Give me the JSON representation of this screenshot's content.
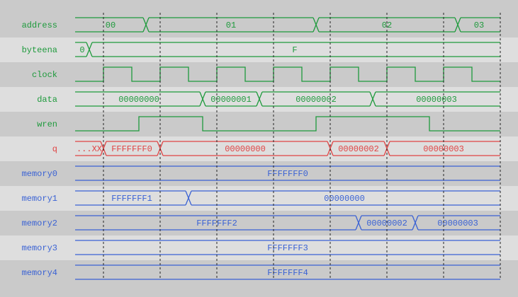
{
  "time": {
    "start": 0,
    "end": 150,
    "grid": [
      10,
      30,
      50,
      70,
      90,
      110,
      130,
      150
    ]
  },
  "colors": {
    "input": "#1e9a3c",
    "output": "#e04444",
    "memory": "#3a62d4",
    "grid": "#222222",
    "band_dark": "#cacaca",
    "band_light": "#dedede"
  },
  "signals": [
    {
      "name": "address",
      "kind": "input",
      "type": "bus",
      "segments": [
        {
          "t": 0,
          "v": "00"
        },
        {
          "t": 25,
          "v": "01"
        },
        {
          "t": 85,
          "v": "02"
        },
        {
          "t": 135,
          "v": "03"
        }
      ]
    },
    {
      "name": "byteena",
      "kind": "input",
      "type": "bus",
      "segments": [
        {
          "t": 0,
          "v": "0"
        },
        {
          "t": 5,
          "v": "F"
        }
      ]
    },
    {
      "name": "clock",
      "kind": "input",
      "type": "bit",
      "initial": 0,
      "edges": [
        10,
        20,
        30,
        40,
        50,
        60,
        70,
        80,
        90,
        100,
        110,
        120,
        130,
        140
      ]
    },
    {
      "name": "data",
      "kind": "input",
      "type": "bus",
      "segments": [
        {
          "t": 0,
          "v": "00000000"
        },
        {
          "t": 45,
          "v": "00000001"
        },
        {
          "t": 65,
          "v": "00000002"
        },
        {
          "t": 105,
          "v": "00000003"
        }
      ]
    },
    {
      "name": "wren",
      "kind": "input",
      "type": "bit",
      "initial": 0,
      "edges": [
        22.5,
        45,
        85,
        125
      ]
    },
    {
      "name": "q",
      "kind": "output",
      "type": "bus",
      "segments": [
        {
          "t": 0,
          "v": "...XX"
        },
        {
          "t": 10,
          "v": "FFFFFFF0"
        },
        {
          "t": 30,
          "v": "00000000"
        },
        {
          "t": 90,
          "v": "00000002"
        },
        {
          "t": 110,
          "v": "00000003"
        }
      ]
    },
    {
      "name": "memory0",
      "kind": "memory",
      "type": "bus",
      "segments": [
        {
          "t": 0,
          "v": "FFFFFFF0"
        }
      ]
    },
    {
      "name": "memory1",
      "kind": "memory",
      "type": "bus",
      "segments": [
        {
          "t": 0,
          "v": "FFFFFFF1"
        },
        {
          "t": 40,
          "v": "00000000"
        }
      ]
    },
    {
      "name": "memory2",
      "kind": "memory",
      "type": "bus",
      "segments": [
        {
          "t": 0,
          "v": "FFFFFFF2"
        },
        {
          "t": 100,
          "v": "00000002"
        },
        {
          "t": 120,
          "v": "00000003"
        }
      ]
    },
    {
      "name": "memory3",
      "kind": "memory",
      "type": "bus",
      "segments": [
        {
          "t": 0,
          "v": "FFFFFFF3"
        }
      ]
    },
    {
      "name": "memory4",
      "kind": "memory",
      "type": "bus",
      "segments": [
        {
          "t": 0,
          "v": "FFFFFFF4"
        }
      ]
    }
  ]
}
